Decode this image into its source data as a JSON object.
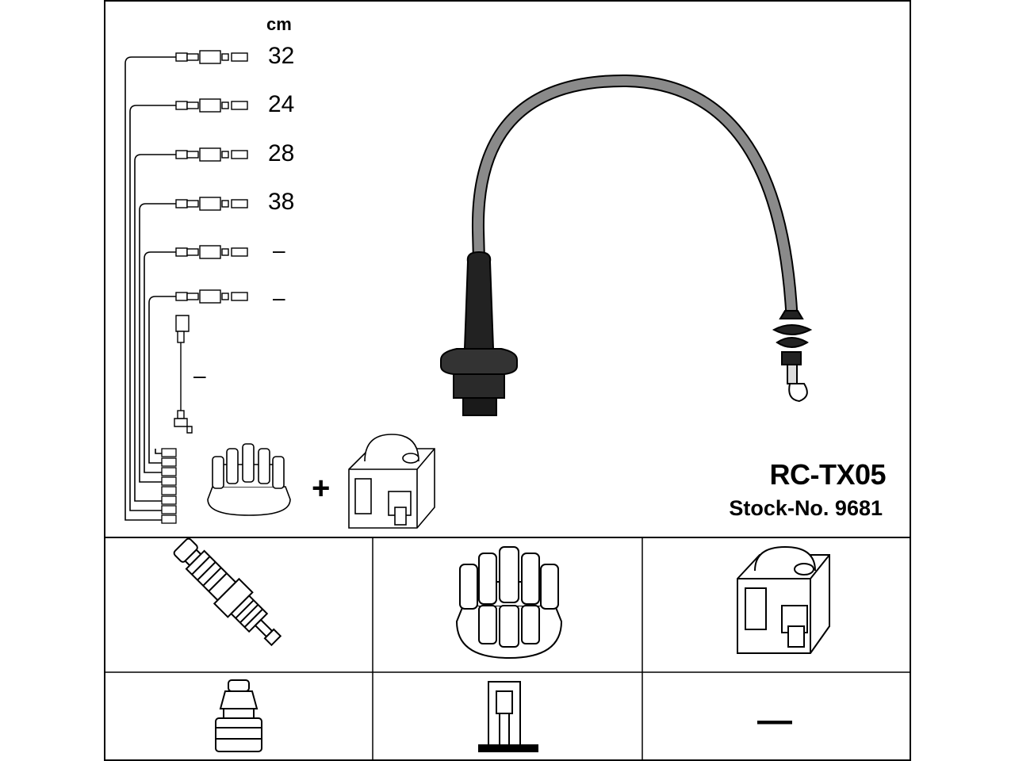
{
  "header": {
    "unit_label": "cm",
    "title": "RC-TX05",
    "stock_no": "Stock-No. 9681"
  },
  "cable_lengths": [
    "32",
    "24",
    "28",
    "38",
    "–",
    "–"
  ],
  "coil_lead_length": "–",
  "plus_sign": "+",
  "bottom_right_dash": "—",
  "icons": {
    "spark_plug": "spark-plug-icon",
    "distributor_cap": "distributor-cap-icon",
    "ignition_coil": "ignition-coil-icon",
    "plug_boot": "plug-boot-connector-icon",
    "cap_terminal": "cap-terminal-connector-icon",
    "main_cable": "ignition-cable-icon"
  },
  "colors": {
    "cable": "#8a8a8a",
    "line": "#000000",
    "background": "#ffffff"
  }
}
